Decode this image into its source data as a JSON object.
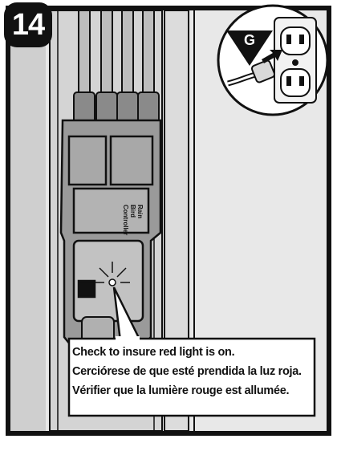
{
  "step": {
    "number": "14"
  },
  "inset": {
    "marker_letter": "G"
  },
  "callout": {
    "line_en": "Check to insure red light is on.",
    "line_es": "Cerciórese de que esté prendida la luz roja.",
    "line_fr": "Vérifier que la lumière rouge est allumée."
  },
  "device": {
    "label_lines": [
      "Rain",
      "Bird",
      "Controller"
    ]
  },
  "colors": {
    "ink": "#111111",
    "wall": "#e6e6e6",
    "pipe": "#bdbdbd"
  }
}
